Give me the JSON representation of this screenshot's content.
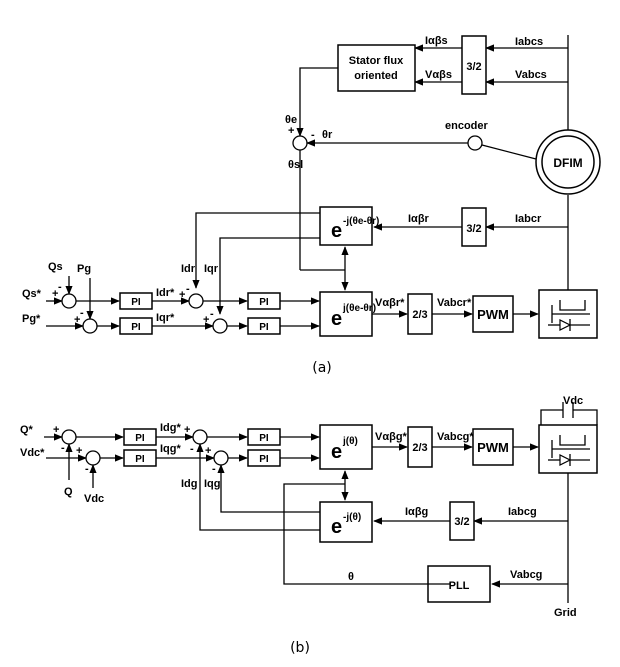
{
  "diagram_a": {
    "caption": "(a)",
    "blocks": {
      "stator_flux_line1": "Stator flux",
      "stator_flux_line2": "oriented",
      "conv_32_top": "3/2",
      "conv_32_rotor": "3/2",
      "conv_23": "2/3",
      "pwm": "PWM",
      "dfim": "DFIM",
      "pi_1": "PI",
      "pi_2": "PI",
      "pi_3": "PI",
      "pi_4": "PI",
      "e_inv": "e",
      "e_inv_sup": "-j(θe-θr)",
      "e_fwd": "e",
      "e_fwd_sup": "j(θe-θr)"
    },
    "labels": {
      "encoder": "encoder",
      "i_alpha_beta_s": "Iαβs",
      "v_alpha_beta_s": "Vαβs",
      "i_abcs": "Iabcs",
      "v_abcs": "Vabcs",
      "theta_e": "θe",
      "theta_r": "θr",
      "theta_sl": "θsl",
      "plus": "+",
      "minus": "-",
      "i_alpha_beta_r": "Iαβr",
      "i_abcr": "Iabcr",
      "i_dr": "Idr",
      "i_qr": "Iqr",
      "i_dr_ref": "Idr*",
      "i_qr_ref": "Iqr*",
      "q_s": "Qs",
      "p_g": "Pg",
      "q_s_ref": "Qs*",
      "p_g_ref": "Pg*",
      "v_alpha_beta_r_ref": "Vαβr*",
      "v_abcr_ref": "Vabcr*"
    }
  },
  "diagram_b": {
    "caption": "(b)",
    "blocks": {
      "pi_1": "PI",
      "pi_2": "PI",
      "pi_3": "PI",
      "pi_4": "PI",
      "e_fwd": "e",
      "e_fwd_sup": "j(θ)",
      "e_inv": "e",
      "e_inv_sup": "-j(θ)",
      "conv_23": "2/3",
      "conv_32": "3/2",
      "pwm": "PWM",
      "pll": "PLL"
    },
    "labels": {
      "q_ref": "Q*",
      "v_dc_ref": "Vdc*",
      "q": "Q",
      "v_dc": "Vdc",
      "v_dc_top": "Vdc",
      "i_dg_ref": "Idg*",
      "i_qg_ref": "Iqg*",
      "i_dg": "Idg",
      "i_qg": "Iqg",
      "v_alpha_beta_g_ref": "Vαβg*",
      "v_abcg_ref": "Vabcg*",
      "i_alpha_beta_g": "Iαβg",
      "i_abcg": "Iabcg",
      "theta": "θ",
      "v_abcg": "Vabcg",
      "grid": "Grid",
      "plus": "+",
      "minus": "-"
    }
  }
}
